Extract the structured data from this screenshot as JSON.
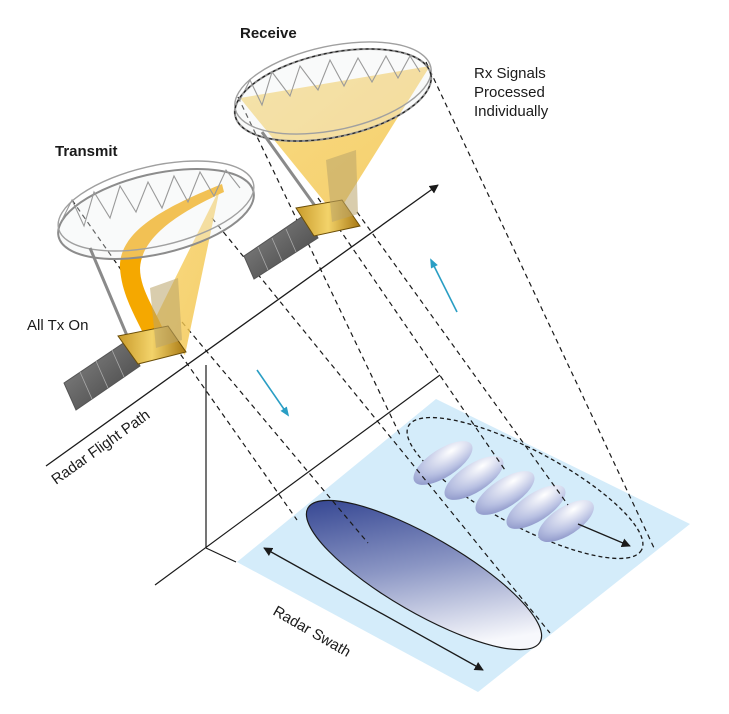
{
  "labels": {
    "receive": "Receive",
    "transmit": "Transmit",
    "rx_signals": [
      "Rx Signals",
      "Processed",
      "Individually"
    ],
    "all_tx_on": "All Tx On",
    "flight_path": "Radar Flight Path",
    "swath": "Radar Swath"
  },
  "colors": {
    "ground": "#d4ecfa",
    "beam_fill": "#f4c84a",
    "beam_stripe": "#f5a800",
    "footprint_dark": "#23388a",
    "footprint_light": "#f5f6fb",
    "arrow_cyan": "#2a9ec4",
    "line": "#1a1a1a"
  },
  "icons": [
    "satellite-icon",
    "reflector-antenna-icon",
    "solar-panel-icon",
    "direction-arrow-icon"
  ]
}
